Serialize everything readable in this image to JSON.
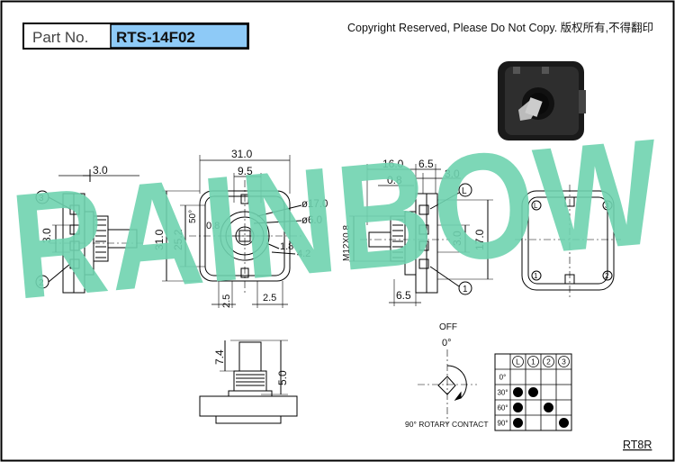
{
  "title_block": {
    "label": "Part No.",
    "part_number": "RTS-14F02"
  },
  "copyright_notice": "Copyright Reserved, Please Do Not Copy. 版权所有,不得翻印",
  "watermark": "RAINBOW",
  "drawing_code": "RT8R",
  "colors": {
    "part_number_fill": "#8ecaf7",
    "watermark": "#6fd3b0",
    "frame": "#000000"
  },
  "left_side_view": {
    "dim_top": "3.0",
    "dim_mid": "3.0",
    "terminal_3": "3",
    "terminal_2": "2"
  },
  "front_view": {
    "dim_width": "31.0",
    "dim_pitch": "9.5",
    "dim_height": "31.0",
    "dim_inner": "25.2",
    "dim_angle": "50°",
    "dim_hole": "0.8",
    "dim_dia_outer": "ø17.0",
    "dim_dia_inner": "ø6.0",
    "dim_d1": "1.8",
    "dim_d2": "4.2",
    "dim_bottom_a": "2.5",
    "dim_bottom_b": "2.5"
  },
  "right_side_view": {
    "dim_16": "16.0",
    "dim_65_top": "6.5",
    "dim_08": "0.8",
    "dim_30_top": "3.0",
    "dim_thread": "M12X0.8",
    "dim_30_mid": "3.0",
    "dim_170": "17.0",
    "dim_65_bottom": "6.5",
    "terminal_l": "L",
    "terminal_1": "1"
  },
  "back_view": {
    "terminal_l": "L",
    "terminal_3": "3",
    "terminal_1": "1",
    "terminal_2": "2"
  },
  "shaft_view": {
    "dim_74": "7.4",
    "dim_50": "5.0"
  },
  "rotary_diagram": {
    "off_label": "OFF",
    "zero_label": "0°",
    "caption": "90° ROTARY CONTACT"
  },
  "switching_table": {
    "columns": [
      "L",
      "1",
      "2",
      "3"
    ],
    "rows": [
      {
        "angle": "0°",
        "contacts": [
          false,
          false,
          false,
          false
        ]
      },
      {
        "angle": "30°",
        "contacts": [
          true,
          true,
          false,
          false
        ]
      },
      {
        "angle": "60°",
        "contacts": [
          true,
          false,
          true,
          false
        ]
      },
      {
        "angle": "90°",
        "contacts": [
          true,
          false,
          false,
          true
        ]
      }
    ]
  }
}
